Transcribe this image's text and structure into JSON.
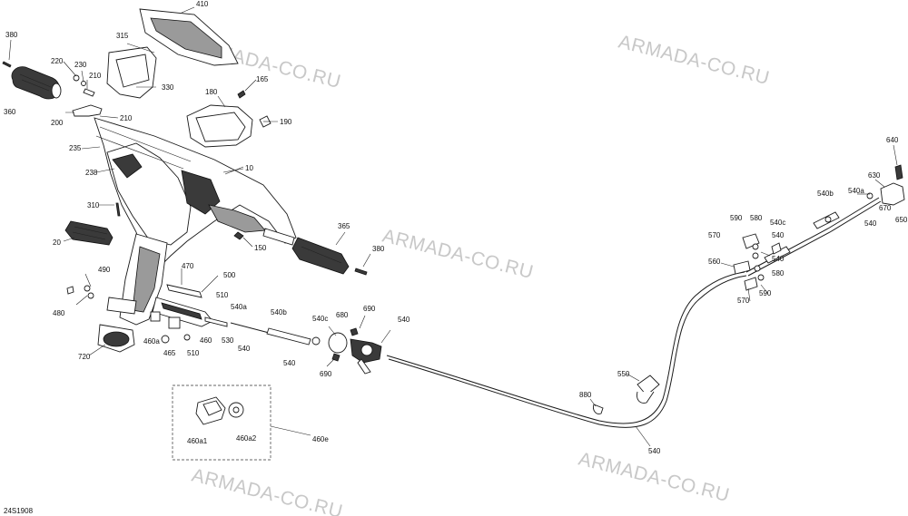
{
  "document_id": "24S1908",
  "watermarks": [
    "ARMADA-CO.RU",
    "ARMADA-CO.RU",
    "ARMADA-CO.RU",
    "ARMADA-CO.RU"
  ],
  "labels": [
    "380",
    "360",
    "220",
    "230",
    "210",
    "200",
    "210",
    "315",
    "330",
    "410",
    "180",
    "165",
    "190",
    "235",
    "238",
    "10",
    "310",
    "20",
    "150",
    "365",
    "380",
    "490",
    "480",
    "470",
    "500",
    "510",
    "540a",
    "540b",
    "540c",
    "680",
    "690",
    "540",
    "720",
    "460a",
    "465",
    "510",
    "460",
    "530",
    "540",
    "540",
    "690",
    "460a1",
    "460a2",
    "460e",
    "550",
    "880",
    "540",
    "640",
    "630",
    "540a",
    "540b",
    "540c",
    "590",
    "580",
    "570",
    "540",
    "560",
    "540",
    "580",
    "570",
    "590",
    "670",
    "650",
    "540"
  ]
}
